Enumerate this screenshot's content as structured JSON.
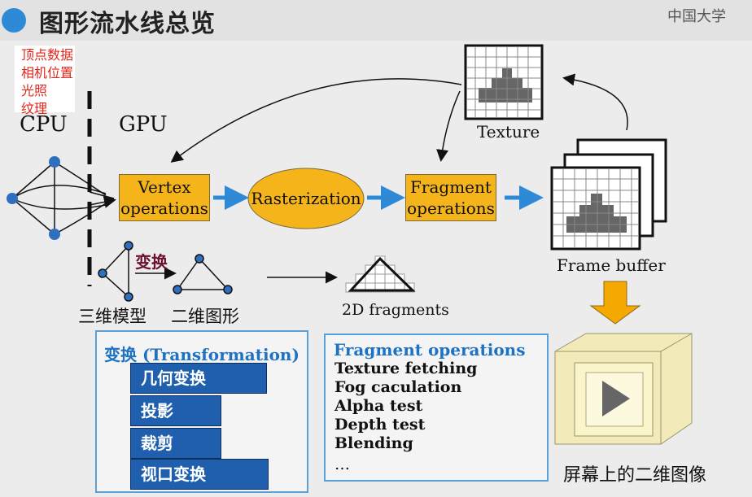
{
  "header": {
    "title": "图形流水线总览",
    "logo_text": "中国大学"
  },
  "notes": [
    "顶点数据",
    "相机位置",
    "光照",
    "纹理"
  ],
  "labels": {
    "cpu": "CPU",
    "gpu": "GPU",
    "texture": "Texture",
    "frame_buffer": "Frame buffer",
    "transform_tag": "变换",
    "model_3d": "三维模型",
    "figure_2d": "二维图形",
    "fragments_2d": "2D fragments",
    "screen_image": "屏幕上的二维图像"
  },
  "pipeline": {
    "vertex_line1": "Vertex",
    "vertex_line2": "operations",
    "rasterization": "Rasterization",
    "fragment_line1": "Fragment",
    "fragment_line2": "operations"
  },
  "transform_panel": {
    "title": "变换 (Transformation)",
    "steps": [
      "几何变换",
      "投影",
      "裁剪",
      "视口变换"
    ]
  },
  "fragment_panel": {
    "title": "Fragment operations",
    "items": [
      "Texture fetching",
      "Fog caculation",
      "Alpha test",
      "Depth test",
      "Blending",
      "…"
    ]
  },
  "colors": {
    "accent_blue": "#2e8ad6",
    "stage_orange": "#f4b41a",
    "step_blue": "#1f5fae",
    "note_red": "#e0251b"
  }
}
